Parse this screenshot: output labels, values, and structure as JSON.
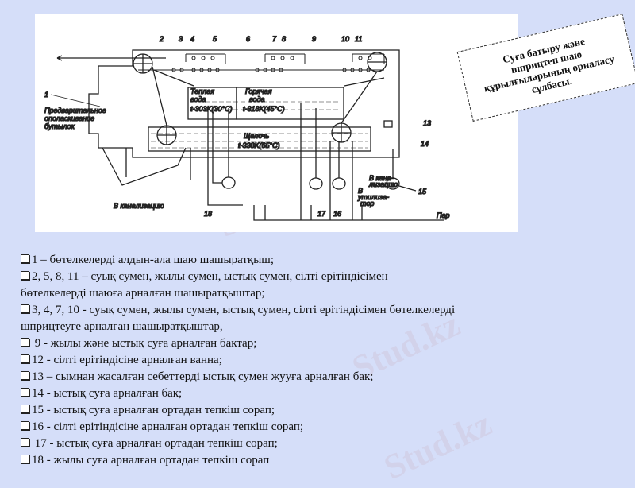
{
  "callout": {
    "text": "Суға батыру және\nшприцтеп шаю\nқұрылғыларының орналасу\nсұлбасы."
  },
  "diagram": {
    "numbers": [
      "1",
      "2",
      "3",
      "4",
      "5",
      "6",
      "7",
      "8",
      "9",
      "10",
      "11",
      "13",
      "14",
      "15",
      "16",
      "17",
      "18"
    ],
    "prerinse_label": [
      "Предварительное",
      "ополаскивание",
      "бутылок"
    ],
    "warm_water": [
      "Теплая",
      "вода",
      "t-303K(30°C)"
    ],
    "hot_water": [
      "Горячая",
      "вода",
      "t-318K(45°C)"
    ],
    "alkali": [
      "Щелочь",
      "t-338K(65°C)"
    ],
    "drain_label": "В канализацию",
    "drain_small": [
      "В кана-",
      "лизацию"
    ],
    "utilizer": [
      "В",
      "утилиза-",
      "тор"
    ],
    "steam": "Пар"
  },
  "items": [
    "1 – бөтелкелерді алдын-ала шаю шашыратқыш;",
    "2, 5, 8, 11 – суық сумен, жылы сумен, ыстық сумен, сілті ерітіндісімен\nбөтелкелерді шаюға арналған шашыратқыштар;",
    "3, 4, 7, 10 - суық сумен, жылы сумен, ыстық сумен, сілті ерітіндісімен бөтелкелерді\nшприцтеуге арналған шашыратқыштар,",
    " 9 - жылы және ыстық суға арналған бактар;",
    "12 - сілті ерітіндісіне арналған ванна;",
    "13 – сымнан жасалған себеттерді ыстық сумен жууға арналған бак;",
    "14 - ыстық суға арналған бак;",
    "15 - ыстық суға арналған ортадан тепкіш сорап;",
    "16 - сілті ерітіндісіне арналған ортадан тепкіш сорап;",
    " 17 - ыстық суға арналған ортадан тепкіш сорап;",
    "18 - жылы суға арналған ортадан тепкіш сорап"
  ],
  "watermark": "Stud.kz",
  "colors": {
    "background": "#d5def9"
  }
}
